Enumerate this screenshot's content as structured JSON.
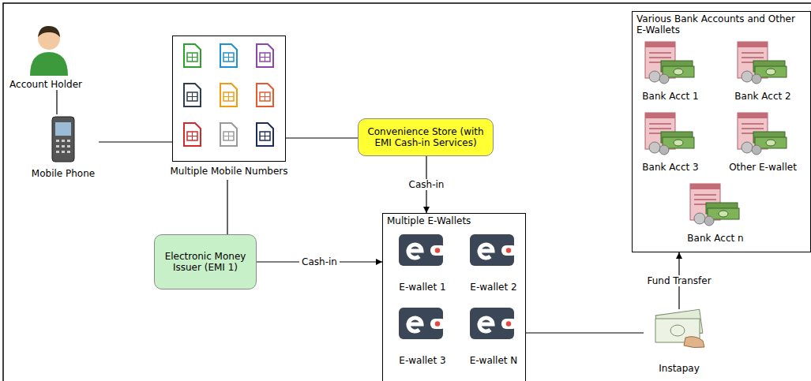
{
  "diagram": {
    "nodes": [
      {
        "text": [
          "Account Holder"
        ]
      },
      {
        "text": [
          "Mobile Phone"
        ]
      },
      {
        "text": [
          "Multiple Mobile Numbers"
        ]
      },
      {
        "text": [
          "Convenience Store (with EMI Cash-in Services)"
        ]
      },
      {
        "text": [
          "Electronic Money Issuer (EMI 1)"
        ]
      },
      {
        "text": [
          "Multiple E-Wallets"
        ]
      },
      {
        "text": [
          "E-wallet 1"
        ],
        "in": 5
      },
      {
        "text": [
          "E-wallet 2"
        ],
        "in": 5
      },
      {
        "text": [
          "E-wallet 3"
        ],
        "in": 5
      },
      {
        "text": [
          "E-wallet N"
        ],
        "in": 5
      },
      {
        "text": [
          "Instapay"
        ]
      },
      {
        "text": [
          "Various Bank Accounts and Other E-Wallets"
        ]
      },
      {
        "text": [
          "Bank Acct 1"
        ],
        "in": 11
      },
      {
        "text": [
          "Bank Acct 2"
        ],
        "in": 11
      },
      {
        "text": [
          "Bank Acct 3"
        ],
        "in": 11
      },
      {
        "text": [
          "Other E-wallet"
        ],
        "in": 11
      },
      {
        "text": [
          "Bank Acct n"
        ],
        "in": 11
      }
    ],
    "edges": [
      {
        "from": 0,
        "to": 1,
        "arrow": "none"
      },
      {
        "from": 1,
        "to": 2,
        "arrow": "none"
      },
      {
        "from": 2,
        "to": 3,
        "arrow": "none"
      },
      {
        "from": 2,
        "to": 4,
        "arrow": "none"
      },
      {
        "from": 3,
        "to": 5,
        "label": "Cash-in",
        "arrow": "to"
      },
      {
        "from": 4,
        "to": 5,
        "label": "Cash-in",
        "arrow": "to"
      },
      {
        "from": 5,
        "to": 10,
        "arrow": "none"
      },
      {
        "from": 10,
        "to": 11,
        "label": "Fund Transfer",
        "arrow": "to"
      }
    ]
  }
}
